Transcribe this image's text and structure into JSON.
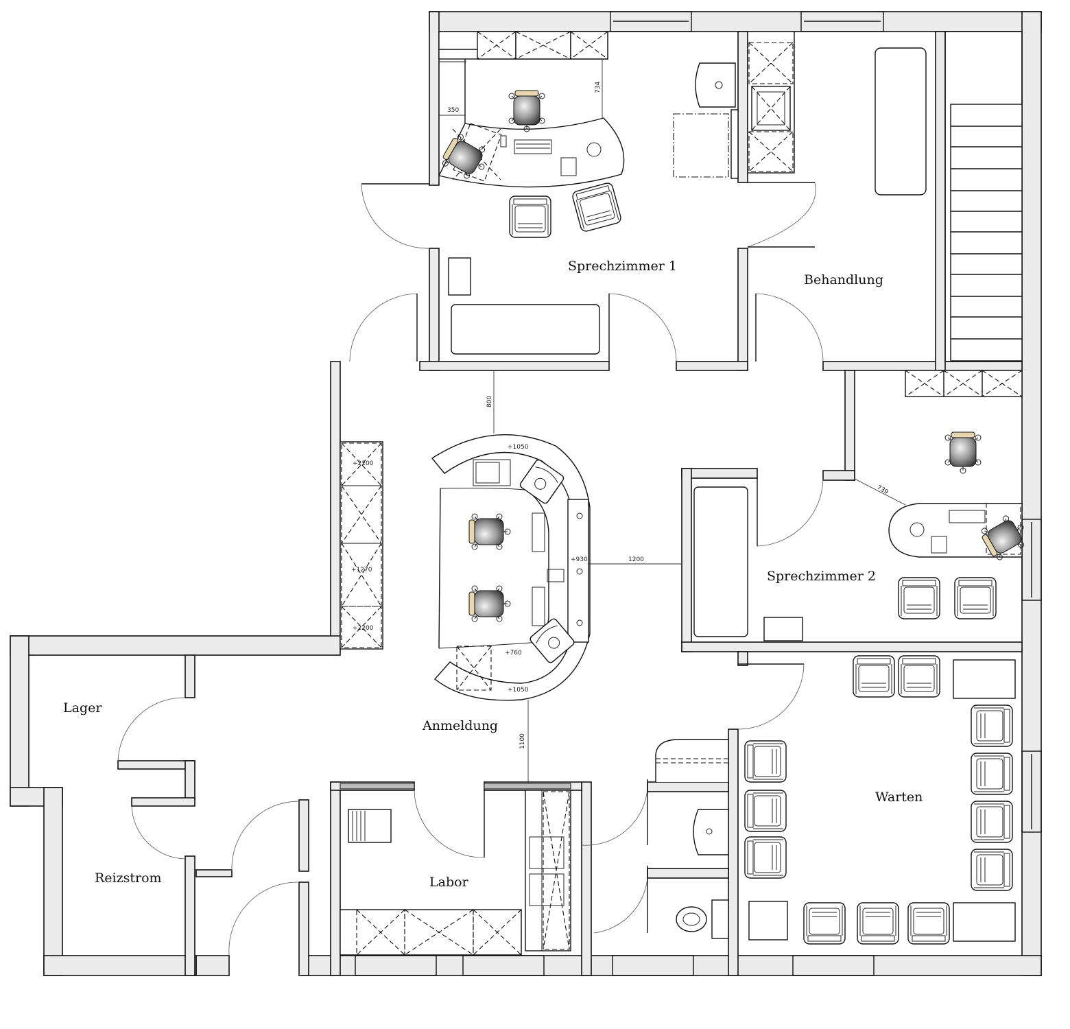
{
  "plan": {
    "rooms": {
      "sprechzimmer1": "Sprechzimmer 1",
      "behandlung": "Behandlung",
      "sprechzimmer2": "Sprechzimmer 2",
      "anmeldung": "Anmeldung",
      "lager": "Lager",
      "reizstrom": "Reizstrom",
      "labor": "Labor",
      "warten": "Warten"
    },
    "dimensions": {
      "d350": "350",
      "d734": "734",
      "d800": "800",
      "d1050_top": "+1050",
      "d1050_bottom": "+1050",
      "d930": "+930",
      "d1200": "1200",
      "d760": "+760",
      "d1100": "1100",
      "d739": "739",
      "d2200_top": "+2200",
      "d1270": "+1270",
      "d2200_bottom": "+2200"
    }
  },
  "colors": {
    "wall_fill": "#ececec",
    "line": "#111111",
    "chair_back": "#e8d6b0"
  }
}
